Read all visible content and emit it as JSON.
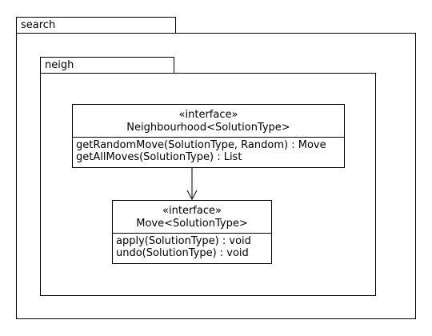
{
  "packages": {
    "outer": {
      "name": "search"
    },
    "inner": {
      "name": "neigh"
    }
  },
  "classes": {
    "neighbourhood": {
      "stereotype": "«interface»",
      "name": "Neighbourhood<SolutionType>",
      "operations": [
        "getRandomMove(SolutionType, Random) : Move",
        "getAllMoves(SolutionType) : List"
      ]
    },
    "move": {
      "stereotype": "«interface»",
      "name": "Move<SolutionType>",
      "operations": [
        "apply(SolutionType) : void",
        "undo(SolutionType) : void"
      ]
    }
  }
}
